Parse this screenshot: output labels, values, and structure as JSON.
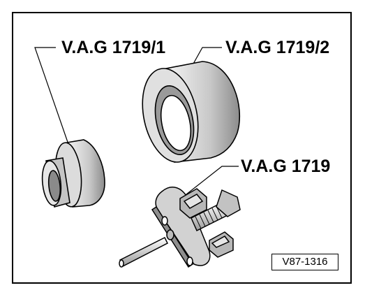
{
  "labels": {
    "adapter_1": "V.A.G 1719/1",
    "adapter_2": "V.A.G 1719/2",
    "puller": "V.A.G 1719"
  },
  "figure_ref": "V87-1316",
  "colors": {
    "line": "#000000",
    "background": "#ffffff",
    "shade": "#9a9a9a",
    "light": "#e8e8e8"
  }
}
